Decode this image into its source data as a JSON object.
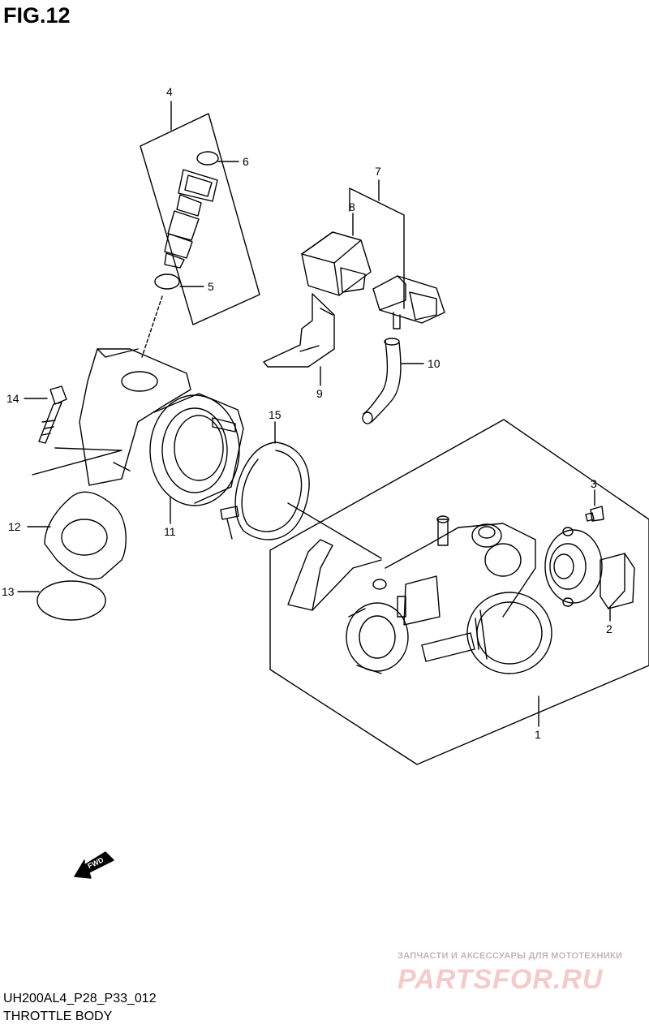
{
  "figure": {
    "title": "FIG.12"
  },
  "callouts": [
    {
      "id": "c1",
      "label": "1"
    },
    {
      "id": "c2",
      "label": "2"
    },
    {
      "id": "c3",
      "label": "3"
    },
    {
      "id": "c4",
      "label": "4"
    },
    {
      "id": "c5",
      "label": "5"
    },
    {
      "id": "c6",
      "label": "6"
    },
    {
      "id": "c7",
      "label": "7"
    },
    {
      "id": "c8",
      "label": "8"
    },
    {
      "id": "c9",
      "label": "9"
    },
    {
      "id": "c10",
      "label": "10"
    },
    {
      "id": "c11",
      "label": "11"
    },
    {
      "id": "c12",
      "label": "12"
    },
    {
      "id": "c13",
      "label": "13"
    },
    {
      "id": "c14",
      "label": "14"
    },
    {
      "id": "c15",
      "label": "15"
    }
  ],
  "fwd_label": "FWD",
  "footer": {
    "code": "UH200AL4_P28_P33_012",
    "name": "THROTTLE BODY"
  },
  "watermark": {
    "tagline": "ЗАПЧАСТИ И АКСЕССУАРЫ ДЛЯ МОТОТЕХНИКИ",
    "brand": "PARTSFOR.RU"
  },
  "colors": {
    "line": "#000000",
    "background": "#ffffff",
    "watermark": "#e8a0a0"
  }
}
